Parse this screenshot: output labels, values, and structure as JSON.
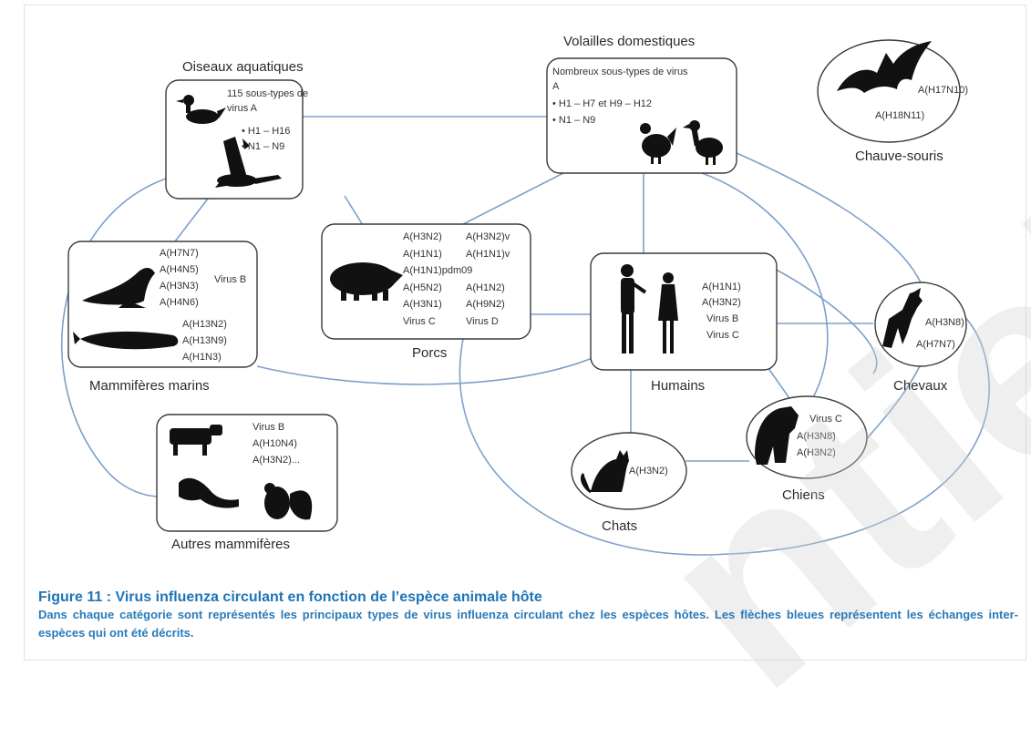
{
  "caption": {
    "title": "Figure 11 : Virus influenza circulant en fonction de l’espèce animale hôte",
    "body": "Dans chaque catégorie sont représentés les principaux types de virus influenza circulant chez les espèces hôtes. Les flèches bleues représentent les échanges inter-espèces qui ont été décrits."
  },
  "watermark": "ntiel",
  "colors": {
    "link": "#7ea0c9",
    "caption": "#1f74b8",
    "box_stroke": "#3a3a3a"
  },
  "nodes": {
    "aquatic_birds": {
      "label": "Oiseaux aquatiques",
      "lines": [
        "115 sous-types de",
        "virus A",
        "•    H1 – H16",
        "•    N1 – N9"
      ]
    },
    "poultry": {
      "label": "Volailles domestiques",
      "lines": [
        "Nombreux sous-types de virus",
        "A",
        "•    H1 – H7 et H9 – H12",
        "•    N1 – N9"
      ]
    },
    "bats": {
      "label": "Chauve-souris",
      "lines": [
        "A(H17N10)",
        "A(H18N11)"
      ]
    },
    "marine_mammals": {
      "label": "Mammifères marins",
      "lines": [
        "A(H7N7)",
        "A(H4N5)",
        "A(H3N3)",
        "A(H4N6)",
        "Virus B",
        "A(H13N2)",
        "A(H13N9)",
        "A(H1N3)"
      ]
    },
    "pigs": {
      "label": "Porcs",
      "lines": [
        "A(H3N2)",
        "A(H1N1)",
        "A(H1N1)pdm09",
        "A(H5N2)",
        "A(H3N1)",
        "Virus C",
        "A(H3N2)v",
        "A(H1N1)v",
        "A(H1N2)",
        "A(H9N2)",
        "Virus D"
      ]
    },
    "humans": {
      "label": "Humains",
      "lines": [
        "A(H1N1)",
        "A(H3N2)",
        "Virus B",
        "Virus C"
      ]
    },
    "horses": {
      "label": "Chevaux",
      "lines": [
        "A(H3N8)",
        "A(H7N7)"
      ]
    },
    "other_mammals": {
      "label": "Autres mammifères",
      "lines": [
        "Virus B",
        "A(H10N4)",
        "A(H3N2)..."
      ]
    },
    "cats": {
      "label": "Chats",
      "lines": [
        "A(H3N2)"
      ]
    },
    "dogs": {
      "label": "Chiens",
      "lines": [
        "Virus C",
        "A(H3N8)",
        "A(H3N2)"
      ]
    }
  }
}
